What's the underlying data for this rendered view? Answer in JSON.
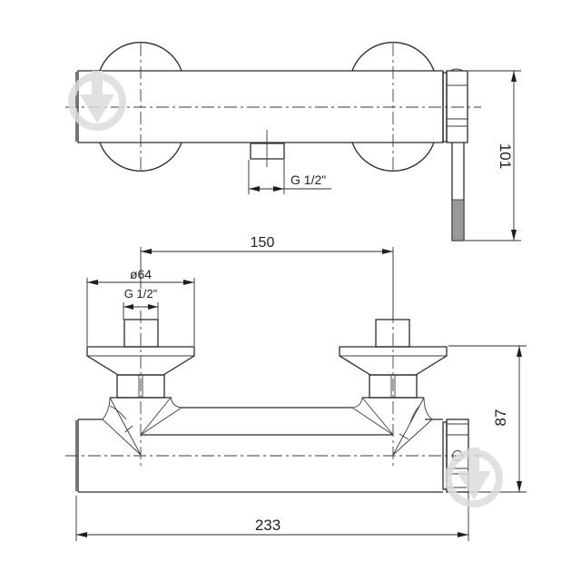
{
  "drawing": {
    "type": "technical-drawing",
    "subject": "wall-mounted shower mixer",
    "views": [
      "top view",
      "front view"
    ],
    "line_color": "#2b2b2b",
    "watermark_color": "#dcdcdc"
  },
  "top_view": {
    "outlet_thread_label": "G 1/2\"",
    "height_dimension": "101"
  },
  "front_view": {
    "center_distance": "150",
    "flange_diameter": "ø64",
    "inlet_thread_label": "G 1/2\"",
    "height_dimension": "87",
    "overall_length": "233"
  },
  "watermarks": [
    {
      "icon": "download-arrow-circle-icon",
      "position": "top-left"
    },
    {
      "icon": "download-arrow-circle-icon",
      "position": "bottom-right"
    }
  ]
}
